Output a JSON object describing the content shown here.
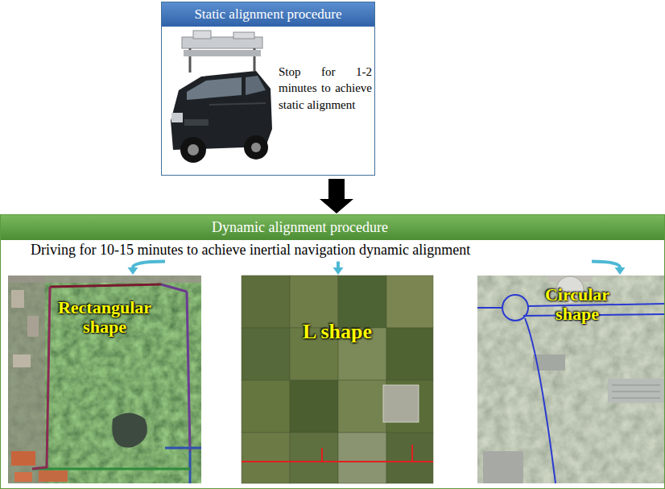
{
  "diagram": {
    "nodes": [
      {
        "text": [
          "Static alignment procedure",
          "Stop for 1-2 minutes to achieve static alignment"
        ]
      },
      {
        "text": [
          "Dynamic alignment procedure",
          "Driving for 10-15 minutes to achieve inertial navigation dynamic alignment"
        ]
      },
      {
        "text": [
          "Rectangular shape"
        ],
        "in": 1
      },
      {
        "text": [
          "L shape"
        ],
        "in": 1
      },
      {
        "text": [
          "Circular shape"
        ],
        "in": 1
      }
    ],
    "edges": [
      {
        "from": 0,
        "to": 1,
        "arrow": "to"
      },
      {
        "from": 1,
        "to": 2,
        "arrow": "to"
      },
      {
        "from": 1,
        "to": 3,
        "arrow": "to"
      },
      {
        "from": 1,
        "to": 4,
        "arrow": "to"
      }
    ]
  }
}
